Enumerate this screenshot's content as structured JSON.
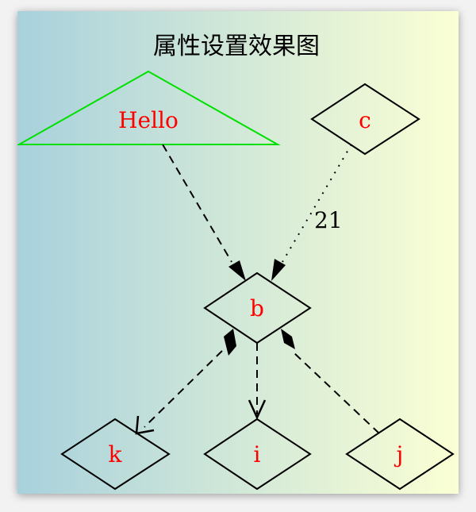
{
  "graph": {
    "title": "属性设置效果图",
    "bg_gradient_start": "#a8d1dc",
    "bg_gradient_end": "#fbffd4",
    "label_color": "#ff0000",
    "highlight_color": "#00e000"
  },
  "nodes": {
    "hello": {
      "label": "Hello",
      "shape": "triangle"
    },
    "c": {
      "label": "c",
      "shape": "diamond"
    },
    "b": {
      "label": "b",
      "shape": "diamond"
    },
    "k": {
      "label": "k",
      "shape": "diamond"
    },
    "i": {
      "label": "i",
      "shape": "diamond"
    },
    "j": {
      "label": "j",
      "shape": "diamond"
    }
  },
  "edges": [
    {
      "from": "Hello",
      "to": "b",
      "style": "dashed",
      "arrowhead": "normal"
    },
    {
      "from": "c",
      "to": "b",
      "style": "dotted",
      "arrowhead": "normal",
      "label": "21"
    },
    {
      "from": "b",
      "to": "k",
      "style": "dashed",
      "arrowhead": "vee",
      "arrowtail": "diamond"
    },
    {
      "from": "b",
      "to": "i",
      "style": "dashed",
      "arrowhead": "vee"
    },
    {
      "from": "j",
      "to": "b",
      "style": "dashed",
      "arrowhead": "diamond"
    }
  ]
}
